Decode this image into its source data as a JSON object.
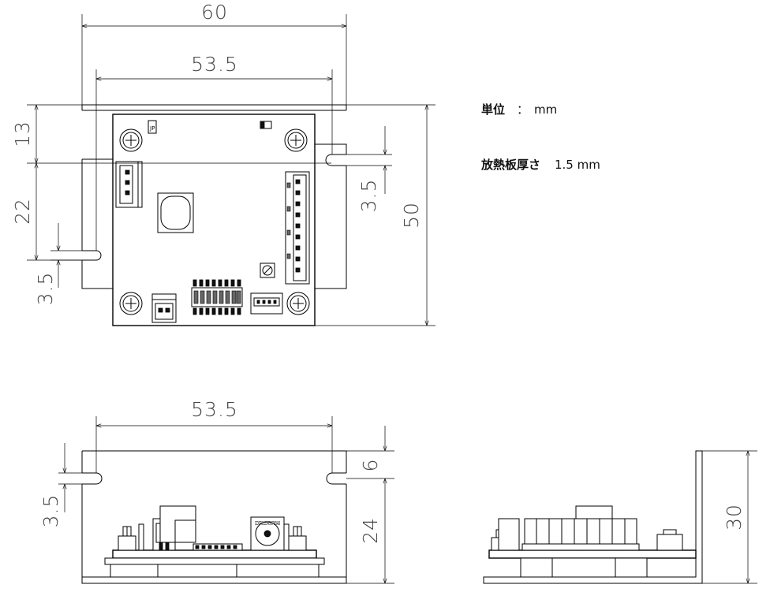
{
  "notes": {
    "unit_label": "単位",
    "unit_sep": "：",
    "unit_value": "mm",
    "thickness_label": "放熱板厚さ",
    "thickness_value": "1.5 mm"
  },
  "top_view": {
    "dims": {
      "overall_width": "60",
      "mount_width": "53.5",
      "top_offset": "13",
      "mount_pitch": "22",
      "slot_left": "3.5",
      "slot_right": "3.5",
      "overall_height": "50"
    },
    "labels": {
      "jumper": "JP"
    }
  },
  "front_view": {
    "dims": {
      "mount_width": "53.5",
      "slot": "3.5",
      "top_gap": "6",
      "height": "24"
    },
    "labels": {
      "rotary_digits": "CDEF0123456789AB"
    }
  },
  "side_view": {
    "dims": {
      "height": "30"
    }
  },
  "colors": {
    "line": "#000000",
    "dimension_text": "#444444",
    "background": "#ffffff"
  }
}
